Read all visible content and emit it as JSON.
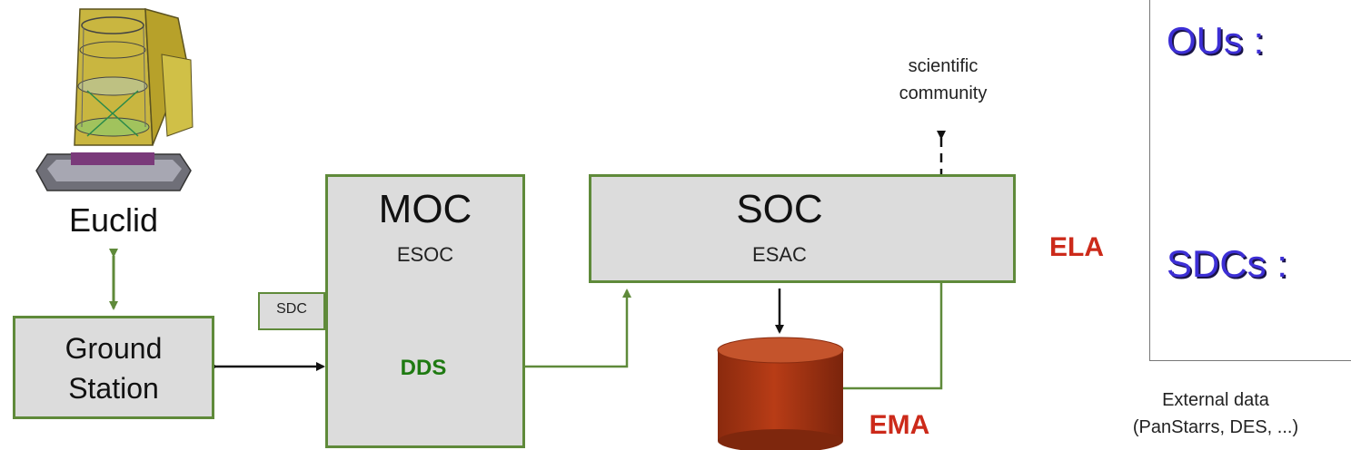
{
  "diagram": {
    "spacecraft_label": "Euclid",
    "ground_station": "Ground\nStation",
    "moc": {
      "title": "MOC",
      "subtitle": "ESOC"
    },
    "sdc_tag": "SDC",
    "dds": "DDS",
    "soc": {
      "title": "SOC",
      "subtitle": "ESAC"
    },
    "community": "scientific\ncommunity",
    "ela": "ELA",
    "ema": "EMA",
    "external": "External data\n(PanStarrs, DES, ...)",
    "ous_label": "OUs :",
    "sdcs_label": "SDCs :"
  },
  "colors": {
    "box_border": "#5f8a3a",
    "box_fill": "#dcdcdc",
    "archive_red": "#a93312",
    "dds_green": "#8fe37a",
    "label_red": "#cc2a1a",
    "heading_purple": "#3d2fd6"
  },
  "icons": [
    "euclid-spacecraft-illustration",
    "database-cylinder"
  ]
}
